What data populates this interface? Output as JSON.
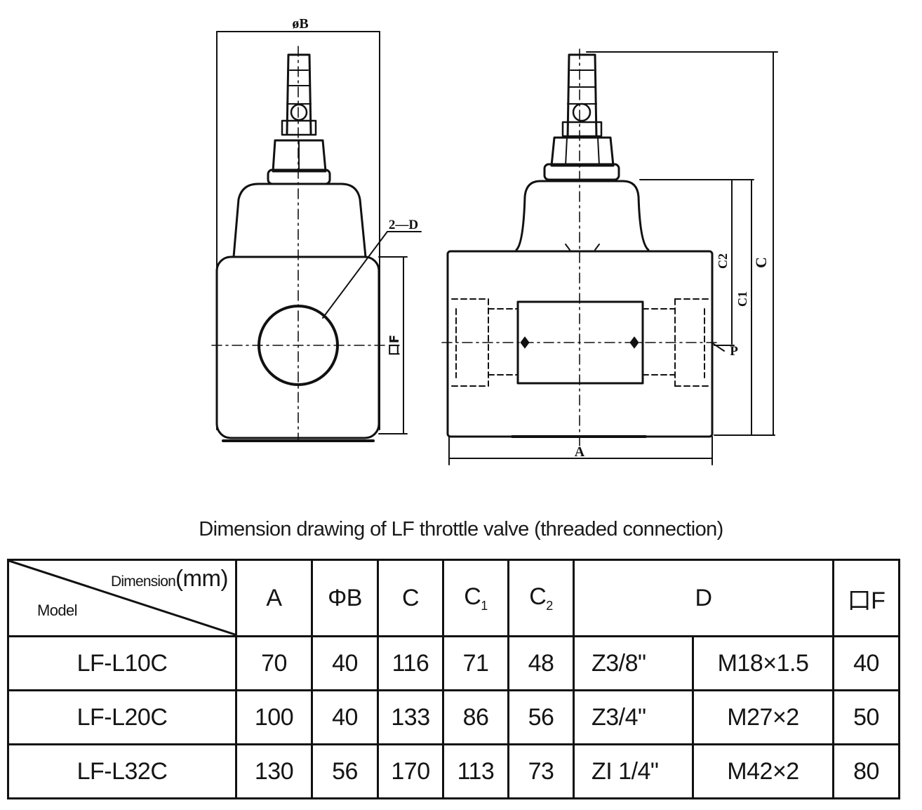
{
  "drawing": {
    "labels": {
      "phi_b": "øB",
      "two_d": "2—D",
      "square_f": "口F",
      "c2": "C2",
      "c1": "C1",
      "c": "C",
      "p": "P",
      "a": "A"
    }
  },
  "caption": "Dimension drawing of LF throttle valve (threaded connection)",
  "table": {
    "corner": {
      "dimension": "Dimension",
      "unit": "(mm)",
      "model": "Model"
    },
    "headers": {
      "a": "A",
      "b": "ΦB",
      "c": "C",
      "c1_main": "C",
      "c1_sub": "1",
      "c2_main": "C",
      "c2_sub": "2",
      "d": "D",
      "f": "口F"
    },
    "rows": [
      {
        "model": "LF-L10C",
        "a": "70",
        "b": "40",
        "c": "116",
        "c1": "71",
        "c2": "48",
        "d_pipe": "Z3/8\"",
        "d_metric": "M18×1.5",
        "f": "40"
      },
      {
        "model": "LF-L20C",
        "a": "100",
        "b": "40",
        "c": "133",
        "c1": "86",
        "c2": "56",
        "d_pipe": "Z3/4\"",
        "d_metric": "M27×2",
        "f": "50"
      },
      {
        "model": "LF-L32C",
        "a": "130",
        "b": "56",
        "c": "170",
        "c1": "113",
        "c2": "73",
        "d_pipe": "ZI 1/4\"",
        "d_metric": "M42×2",
        "f": "80"
      }
    ]
  }
}
